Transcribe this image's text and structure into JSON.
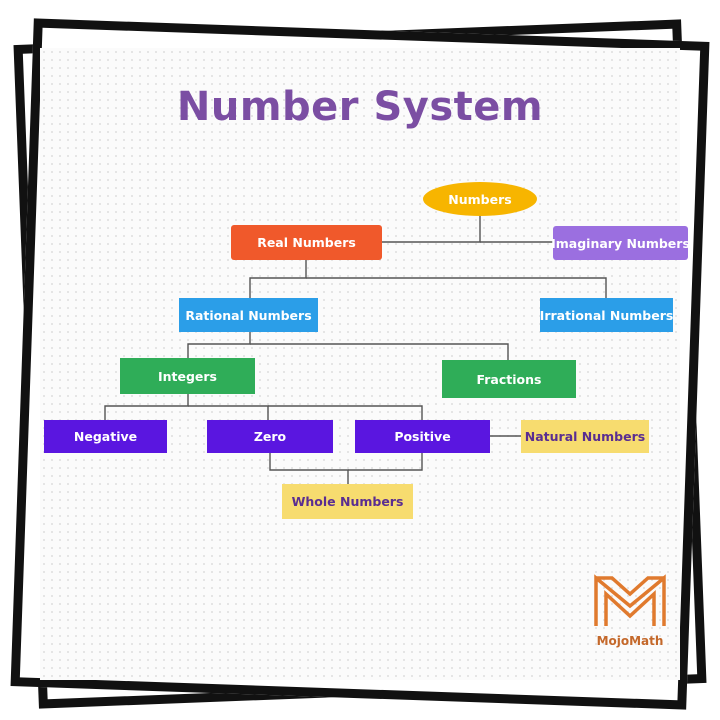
{
  "title": "Number System",
  "nodes": [
    {
      "id": "numbers",
      "label": "Numbers",
      "color": "#f7b500",
      "shape": "ellipse"
    },
    {
      "id": "real",
      "label": "Real Numbers",
      "color": "#f0592b"
    },
    {
      "id": "imaginary",
      "label": "Imaginary Numbers",
      "color": "#9b6fe0"
    },
    {
      "id": "rational",
      "label": "Rational Numbers",
      "color": "#2b9ee8"
    },
    {
      "id": "irrational",
      "label": "Irrational Numbers",
      "color": "#2b9ee8"
    },
    {
      "id": "integers",
      "label": "Integers",
      "color": "#2fad58"
    },
    {
      "id": "fractions",
      "label": "Fractions",
      "color": "#2fad58"
    },
    {
      "id": "negative",
      "label": "Negative",
      "color": "#5a16e0"
    },
    {
      "id": "zero",
      "label": "Zero",
      "color": "#5a16e0"
    },
    {
      "id": "positive",
      "label": "Positive",
      "color": "#5a16e0"
    },
    {
      "id": "natural",
      "label": "Natural Numbers",
      "color": "#f7dc6f"
    },
    {
      "id": "whole",
      "label": "Whole Numbers",
      "color": "#f7dc6f"
    }
  ],
  "edges": [
    [
      "numbers",
      "real"
    ],
    [
      "numbers",
      "imaginary"
    ],
    [
      "real",
      "rational"
    ],
    [
      "real",
      "irrational"
    ],
    [
      "rational",
      "integers"
    ],
    [
      "rational",
      "fractions"
    ],
    [
      "integers",
      "negative"
    ],
    [
      "integers",
      "zero"
    ],
    [
      "integers",
      "positive"
    ],
    [
      "positive",
      "natural"
    ],
    [
      "zero",
      "whole"
    ],
    [
      "positive",
      "whole"
    ]
  ],
  "logo": {
    "text": "MojoMath",
    "color": "#e07a2e"
  }
}
